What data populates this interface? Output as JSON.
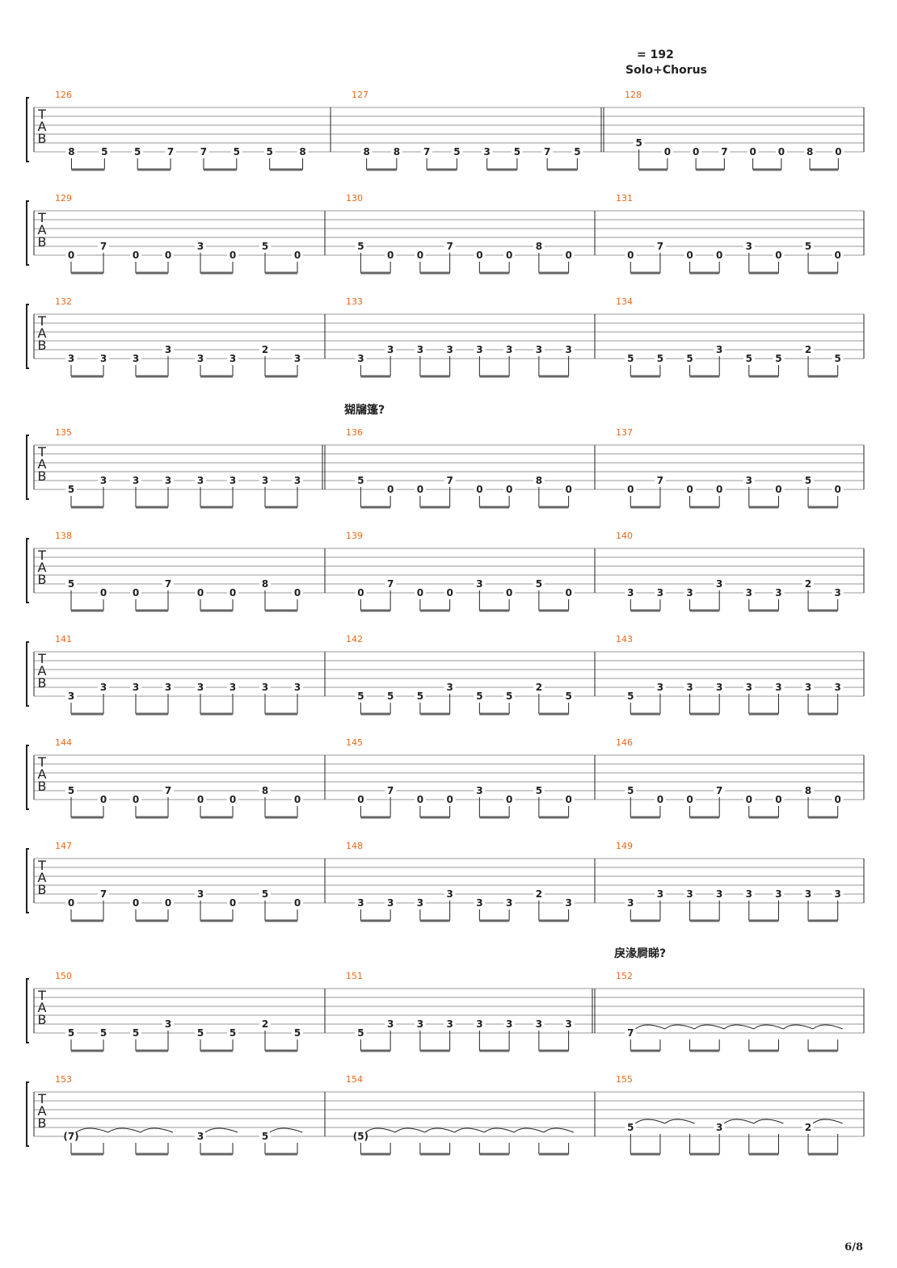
{
  "header": {
    "tempo": "= 192",
    "tempo_label": "Solo+Chorus"
  },
  "markers": {
    "m136": "猢牖篷?",
    "m152": "戾湪屙睇?"
  },
  "page_number": "6/8",
  "colors": {
    "measure_number": "#e8681a",
    "ink": "#222222",
    "staff_line": "#999999"
  },
  "systems": [
    {
      "measures": [
        {
          "number": "126",
          "notes": [
            [
              "8",
              5
            ],
            [
              "5",
              5
            ],
            [
              "5",
              5
            ],
            [
              "7",
              5
            ],
            [
              "7",
              5
            ],
            [
              "5",
              5
            ],
            [
              "5",
              5
            ],
            [
              "8",
              5
            ]
          ],
          "rests": []
        },
        {
          "number": "127",
          "notes": [
            [
              "8",
              5
            ],
            [
              "8",
              5
            ],
            [
              "7",
              5
            ],
            [
              "5",
              5
            ],
            [
              "3",
              5
            ],
            [
              "5",
              5
            ],
            [
              "7",
              5
            ],
            [
              "5",
              5
            ]
          ],
          "rests": []
        },
        {
          "number": "128",
          "notes": [
            [
              "5",
              4
            ],
            [
              "0",
              5
            ],
            [
              "0",
              5
            ],
            [
              "7",
              5
            ],
            [
              "0",
              5
            ],
            [
              "0",
              5
            ],
            [
              "8",
              5
            ],
            [
              "0",
              5
            ]
          ],
          "rests": []
        }
      ]
    },
    {
      "measures": [
        {
          "number": "129",
          "notes": [
            [
              "0",
              5
            ],
            [
              "7",
              4
            ],
            [
              "0",
              5
            ],
            [
              "0",
              5
            ],
            [
              "3",
              4
            ],
            [
              "0",
              5
            ],
            [
              "5",
              4
            ],
            [
              "0",
              5
            ]
          ]
        },
        {
          "number": "130",
          "notes": [
            [
              "5",
              4
            ],
            [
              "0",
              5
            ],
            [
              "0",
              5
            ],
            [
              "7",
              4
            ],
            [
              "0",
              5
            ],
            [
              "0",
              5
            ],
            [
              "8",
              4
            ],
            [
              "0",
              5
            ]
          ]
        },
        {
          "number": "131",
          "notes": [
            [
              "0",
              5
            ],
            [
              "7",
              4
            ],
            [
              "0",
              5
            ],
            [
              "0",
              5
            ],
            [
              "3",
              4
            ],
            [
              "0",
              5
            ],
            [
              "5",
              4
            ],
            [
              "0",
              5
            ]
          ]
        }
      ]
    },
    {
      "measures": [
        {
          "number": "132",
          "notes": [
            [
              "3",
              5
            ],
            [
              "3",
              5
            ],
            [
              "3",
              5
            ],
            [
              "3",
              4
            ],
            [
              "3",
              5
            ],
            [
              "3",
              5
            ],
            [
              "2",
              4
            ],
            [
              "3",
              5
            ]
          ]
        },
        {
          "number": "133",
          "notes": [
            [
              "3",
              5
            ],
            [
              "3",
              4
            ],
            [
              "3",
              4
            ],
            [
              "3",
              4
            ],
            [
              "3",
              4
            ],
            [
              "3",
              4
            ],
            [
              "3",
              4
            ],
            [
              "3",
              4
            ]
          ]
        },
        {
          "number": "134",
          "notes": [
            [
              "5",
              5
            ],
            [
              "5",
              5
            ],
            [
              "5",
              5
            ],
            [
              "3",
              4
            ],
            [
              "5",
              5
            ],
            [
              "5",
              5
            ],
            [
              "2",
              4
            ],
            [
              "5",
              5
            ]
          ]
        }
      ]
    },
    {
      "measures": [
        {
          "number": "135",
          "notes": [
            [
              "5",
              5
            ],
            [
              "3",
              4
            ],
            [
              "3",
              4
            ],
            [
              "3",
              4
            ],
            [
              "3",
              4
            ],
            [
              "3",
              4
            ],
            [
              "3",
              4
            ],
            [
              "3",
              4
            ]
          ]
        },
        {
          "number": "136",
          "notes": [
            [
              "5",
              4
            ],
            [
              "0",
              5
            ],
            [
              "0",
              5
            ],
            [
              "7",
              4
            ],
            [
              "0",
              5
            ],
            [
              "0",
              5
            ],
            [
              "8",
              4
            ],
            [
              "0",
              5
            ]
          ]
        },
        {
          "number": "137",
          "notes": [
            [
              "0",
              5
            ],
            [
              "7",
              4
            ],
            [
              "0",
              5
            ],
            [
              "0",
              5
            ],
            [
              "3",
              4
            ],
            [
              "0",
              5
            ],
            [
              "5",
              4
            ],
            [
              "0",
              5
            ]
          ]
        }
      ]
    },
    {
      "measures": [
        {
          "number": "138",
          "notes": [
            [
              "5",
              4
            ],
            [
              "0",
              5
            ],
            [
              "0",
              5
            ],
            [
              "7",
              4
            ],
            [
              "0",
              5
            ],
            [
              "0",
              5
            ],
            [
              "8",
              4
            ],
            [
              "0",
              5
            ]
          ]
        },
        {
          "number": "139",
          "notes": [
            [
              "0",
              5
            ],
            [
              "7",
              4
            ],
            [
              "0",
              5
            ],
            [
              "0",
              5
            ],
            [
              "3",
              4
            ],
            [
              "0",
              5
            ],
            [
              "5",
              4
            ],
            [
              "0",
              5
            ]
          ]
        },
        {
          "number": "140",
          "notes": [
            [
              "3",
              5
            ],
            [
              "3",
              5
            ],
            [
              "3",
              5
            ],
            [
              "3",
              4
            ],
            [
              "3",
              5
            ],
            [
              "3",
              5
            ],
            [
              "2",
              4
            ],
            [
              "3",
              5
            ]
          ]
        }
      ]
    },
    {
      "measures": [
        {
          "number": "141",
          "notes": [
            [
              "3",
              5
            ],
            [
              "3",
              4
            ],
            [
              "3",
              4
            ],
            [
              "3",
              4
            ],
            [
              "3",
              4
            ],
            [
              "3",
              4
            ],
            [
              "3",
              4
            ],
            [
              "3",
              4
            ]
          ]
        },
        {
          "number": "142",
          "notes": [
            [
              "5",
              5
            ],
            [
              "5",
              5
            ],
            [
              "5",
              5
            ],
            [
              "3",
              4
            ],
            [
              "5",
              5
            ],
            [
              "5",
              5
            ],
            [
              "2",
              4
            ],
            [
              "5",
              5
            ]
          ]
        },
        {
          "number": "143",
          "notes": [
            [
              "5",
              5
            ],
            [
              "3",
              4
            ],
            [
              "3",
              4
            ],
            [
              "3",
              4
            ],
            [
              "3",
              4
            ],
            [
              "3",
              4
            ],
            [
              "3",
              4
            ],
            [
              "3",
              4
            ]
          ]
        }
      ]
    },
    {
      "measures": [
        {
          "number": "144",
          "notes": [
            [
              "5",
              4
            ],
            [
              "0",
              5
            ],
            [
              "0",
              5
            ],
            [
              "7",
              4
            ],
            [
              "0",
              5
            ],
            [
              "0",
              5
            ],
            [
              "8",
              4
            ],
            [
              "0",
              5
            ]
          ]
        },
        {
          "number": "145",
          "notes": [
            [
              "0",
              5
            ],
            [
              "7",
              4
            ],
            [
              "0",
              5
            ],
            [
              "0",
              5
            ],
            [
              "3",
              4
            ],
            [
              "0",
              5
            ],
            [
              "5",
              4
            ],
            [
              "0",
              5
            ]
          ]
        },
        {
          "number": "146",
          "notes": [
            [
              "5",
              4
            ],
            [
              "0",
              5
            ],
            [
              "0",
              5
            ],
            [
              "7",
              4
            ],
            [
              "0",
              5
            ],
            [
              "0",
              5
            ],
            [
              "8",
              4
            ],
            [
              "0",
              5
            ]
          ]
        }
      ]
    },
    {
      "measures": [
        {
          "number": "147",
          "notes": [
            [
              "0",
              5
            ],
            [
              "7",
              4
            ],
            [
              "0",
              5
            ],
            [
              "0",
              5
            ],
            [
              "3",
              4
            ],
            [
              "0",
              5
            ],
            [
              "5",
              4
            ],
            [
              "0",
              5
            ]
          ]
        },
        {
          "number": "148",
          "notes": [
            [
              "3",
              5
            ],
            [
              "3",
              5
            ],
            [
              "3",
              5
            ],
            [
              "3",
              4
            ],
            [
              "3",
              5
            ],
            [
              "3",
              5
            ],
            [
              "2",
              4
            ],
            [
              "3",
              5
            ]
          ]
        },
        {
          "number": "149",
          "notes": [
            [
              "3",
              5
            ],
            [
              "3",
              4
            ],
            [
              "3",
              4
            ],
            [
              "3",
              4
            ],
            [
              "3",
              4
            ],
            [
              "3",
              4
            ],
            [
              "3",
              4
            ],
            [
              "3",
              4
            ]
          ]
        }
      ]
    },
    {
      "measures": [
        {
          "number": "150",
          "notes": [
            [
              "5",
              5
            ],
            [
              "5",
              5
            ],
            [
              "5",
              5
            ],
            [
              "3",
              4
            ],
            [
              "5",
              5
            ],
            [
              "5",
              5
            ],
            [
              "2",
              4
            ],
            [
              "5",
              5
            ]
          ]
        },
        {
          "number": "151",
          "notes": [
            [
              "5",
              5
            ],
            [
              "3",
              4
            ],
            [
              "3",
              4
            ],
            [
              "3",
              4
            ],
            [
              "3",
              4
            ],
            [
              "3",
              4
            ],
            [
              "3",
              4
            ],
            [
              "3",
              4
            ]
          ]
        },
        {
          "number": "152",
          "notes": [
            [
              "7",
              5
            ],
            [
              "",
              5
            ],
            [
              "",
              5
            ],
            [
              "",
              5
            ],
            [
              "",
              5
            ],
            [
              "",
              5
            ],
            [
              "",
              5
            ],
            [
              "",
              5
            ]
          ]
        }
      ]
    },
    {
      "measures": [
        {
          "number": "153",
          "notes": [
            [
              "(7)",
              5
            ],
            [
              "",
              5
            ],
            [
              "",
              5
            ],
            [
              "",
              5
            ],
            [
              "3",
              5
            ],
            [
              "",
              5
            ],
            [
              "5",
              5
            ],
            [
              "",
              5
            ]
          ]
        },
        {
          "number": "154",
          "notes": [
            [
              "(5)",
              5
            ],
            [
              "",
              5
            ],
            [
              "",
              5
            ],
            [
              "",
              5
            ],
            [
              "",
              5
            ],
            [
              "",
              5
            ],
            [
              "",
              5
            ],
            [
              "",
              5
            ]
          ]
        },
        {
          "number": "155",
          "notes": [
            [
              "5",
              4
            ],
            [
              "",
              4
            ],
            [
              "",
              4
            ],
            [
              "3",
              4
            ],
            [
              "",
              4
            ],
            [
              "",
              4
            ],
            [
              "2",
              4
            ],
            [
              "",
              4
            ]
          ]
        }
      ]
    }
  ]
}
